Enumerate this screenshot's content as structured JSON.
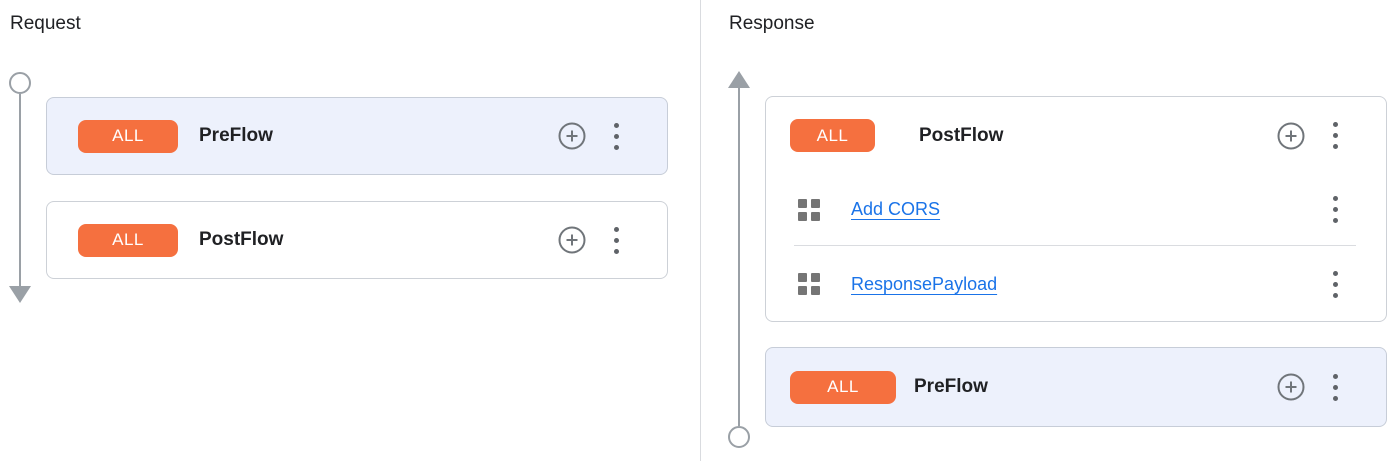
{
  "request": {
    "title": "Request",
    "cards": [
      {
        "badge": "ALL",
        "title": "PreFlow",
        "selected": true
      },
      {
        "badge": "ALL",
        "title": "PostFlow",
        "selected": false
      }
    ]
  },
  "response": {
    "title": "Response",
    "cards": [
      {
        "badge": "ALL",
        "title": "PostFlow",
        "selected": false,
        "policies": [
          {
            "label": "Add CORS"
          },
          {
            "label": "ResponsePayload"
          }
        ]
      },
      {
        "badge": "ALL",
        "title": "PreFlow",
        "selected": true
      }
    ]
  },
  "colors": {
    "badge_orange": "#f5703f",
    "selected_card_bg": "#edf1fc",
    "link_blue": "#1a73e8",
    "timeline_gray": "#9aa0a6",
    "icon_gray": "#5f6368",
    "policy_icon_gray": "#757575",
    "card_border": "#cdd1d7",
    "text_dark": "#202124"
  },
  "icons": {
    "add_policy": "add-circle-icon",
    "menu": "more-vert-icon",
    "policy": "policy-grid-icon",
    "flow_start": "timeline-circle",
    "flow_direction": "timeline-arrow"
  }
}
